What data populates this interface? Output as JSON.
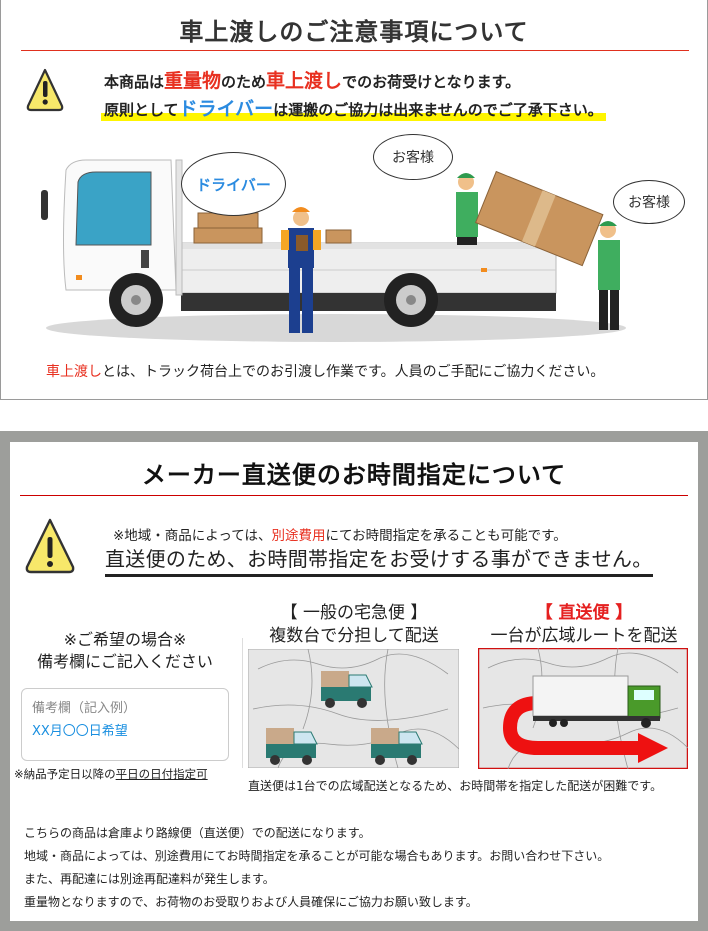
{
  "section1": {
    "title": "車上渡しのご注意事項について",
    "line1": {
      "pre": "本商品は",
      "em1": "重量物",
      "mid": "のため",
      "em2": "車上渡し",
      "post": "でのお荷受けとなります。"
    },
    "line2": {
      "pre": "原則として",
      "em": "ドライバー",
      "post": "は運搬のご協力は出来ませんのでご了承下さい。"
    },
    "bubbles": {
      "driver": "ドライバー",
      "customer1": "お客様",
      "customer2": "お客様"
    },
    "caption": {
      "em": "車上渡し",
      "rest": "とは、トラック荷台上でのお引渡し作業です。人員のご手配にご協力ください。"
    },
    "icon": "warning-icon"
  },
  "section2": {
    "title": "メーカー直送便のお時間指定について",
    "note1": {
      "pre": "※地域・商品によっては、",
      "em": "別途費用",
      "post": "にてお時間指定を承ることも可能です。"
    },
    "note2": "直送便のため、お時間帯指定をお受けする事ができません。",
    "request": {
      "line1": "※ご希望の場合※",
      "line2": "備考欄にご記入ください"
    },
    "memo": {
      "label": "備考欄（記入例）",
      "value": "XX月〇〇日希望"
    },
    "memo_note": {
      "pre": "※納品予定日以降の",
      "underlined": "平日の日付指定可"
    },
    "compare": {
      "general": {
        "title": "【 一般の宅急便 】",
        "desc": "複数台で分担して配送"
      },
      "direct": {
        "title": "【 直送便 】",
        "desc": "一台が広域ルートを配送"
      }
    },
    "compare_caption": "直送便は1台での広域配送となるため、お時間帯を指定した配送が困難です。",
    "paragraphs": [
      "こちらの商品は倉庫より路線便（直送便）での配送になります。",
      "地域・商品によっては、別途費用にてお時間指定を承ることが可能な場合もあります。お問い合わせ下さい。",
      "また、再配達には別途再配達料が発生します。",
      "重量物となりますので、お荷物のお受取りおよび人員確保にご協力お願い致します。"
    ]
  },
  "colors": {
    "accent_red": "#e83020",
    "accent_blue": "#2b8be0",
    "highlight": "#fff500",
    "frame_gray": "#9d9e9b",
    "warning_yellow": "#f7e86a"
  }
}
